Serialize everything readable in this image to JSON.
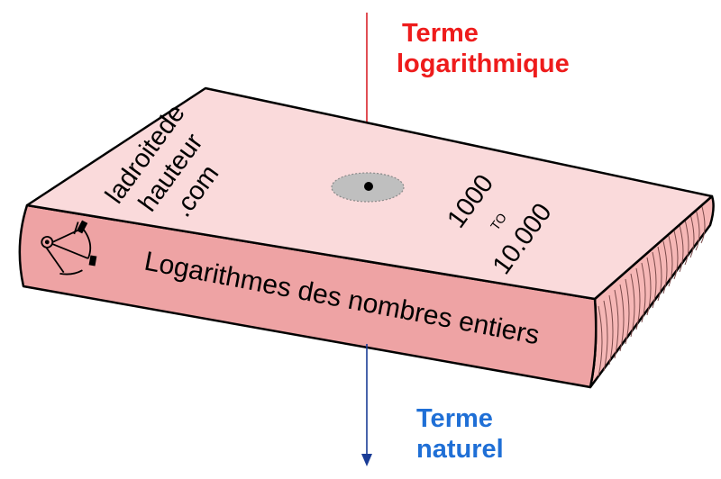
{
  "labels": {
    "logarithmic_term": [
      "Terme",
      "logarithmique"
    ],
    "natural_term": [
      "Terme",
      "naturel"
    ]
  },
  "book": {
    "cover_site": [
      "ladroitede",
      "hauteur",
      ".com"
    ],
    "cover_range": {
      "from": "1000",
      "connector": "TO",
      "to": "10.000"
    },
    "spine_title": "Logarithmes des nombres entiers"
  },
  "colors": {
    "cover": "#fadadb",
    "spine": "#eea3a4",
    "pages": "#f6b7b6",
    "log_term": "#ee1c1c",
    "natural_term": "#1f6fd6",
    "arrow_in": "#d9232a",
    "arrow_out": "#1a3c96",
    "hole": "#bfbfbf"
  },
  "icons": [
    "sextant-icon"
  ]
}
